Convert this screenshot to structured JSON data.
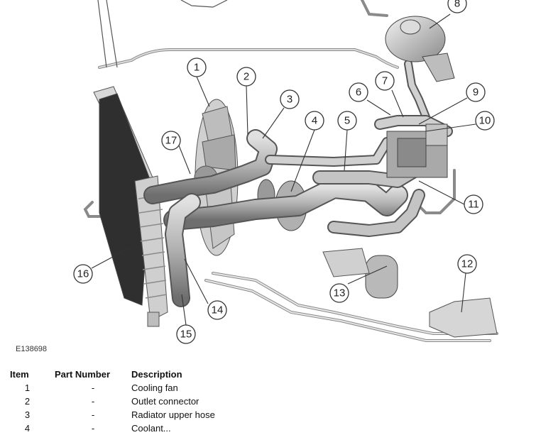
{
  "figure_code": "E138698",
  "callouts": [
    "1",
    "2",
    "3",
    "4",
    "5",
    "6",
    "7",
    "8",
    "9",
    "10",
    "11",
    "12",
    "13",
    "14",
    "15",
    "16",
    "17"
  ],
  "table": {
    "headers": {
      "item": "Item",
      "part_number": "Part Number",
      "description": "Description"
    },
    "rows": [
      {
        "item": "1",
        "part_number": "-",
        "description": "Cooling fan"
      },
      {
        "item": "2",
        "part_number": "-",
        "description": "Outlet connector"
      },
      {
        "item": "3",
        "part_number": "-",
        "description": "Radiator upper hose"
      },
      {
        "item": "4",
        "part_number": "-",
        "description": "Coolant..."
      }
    ]
  },
  "colors": {
    "hose": "#b9b9b9",
    "hose_shadow": "#7a7a7a",
    "radiator_core": "#2f2f2f",
    "metal": "#d6d6d6",
    "line": "#333333"
  }
}
